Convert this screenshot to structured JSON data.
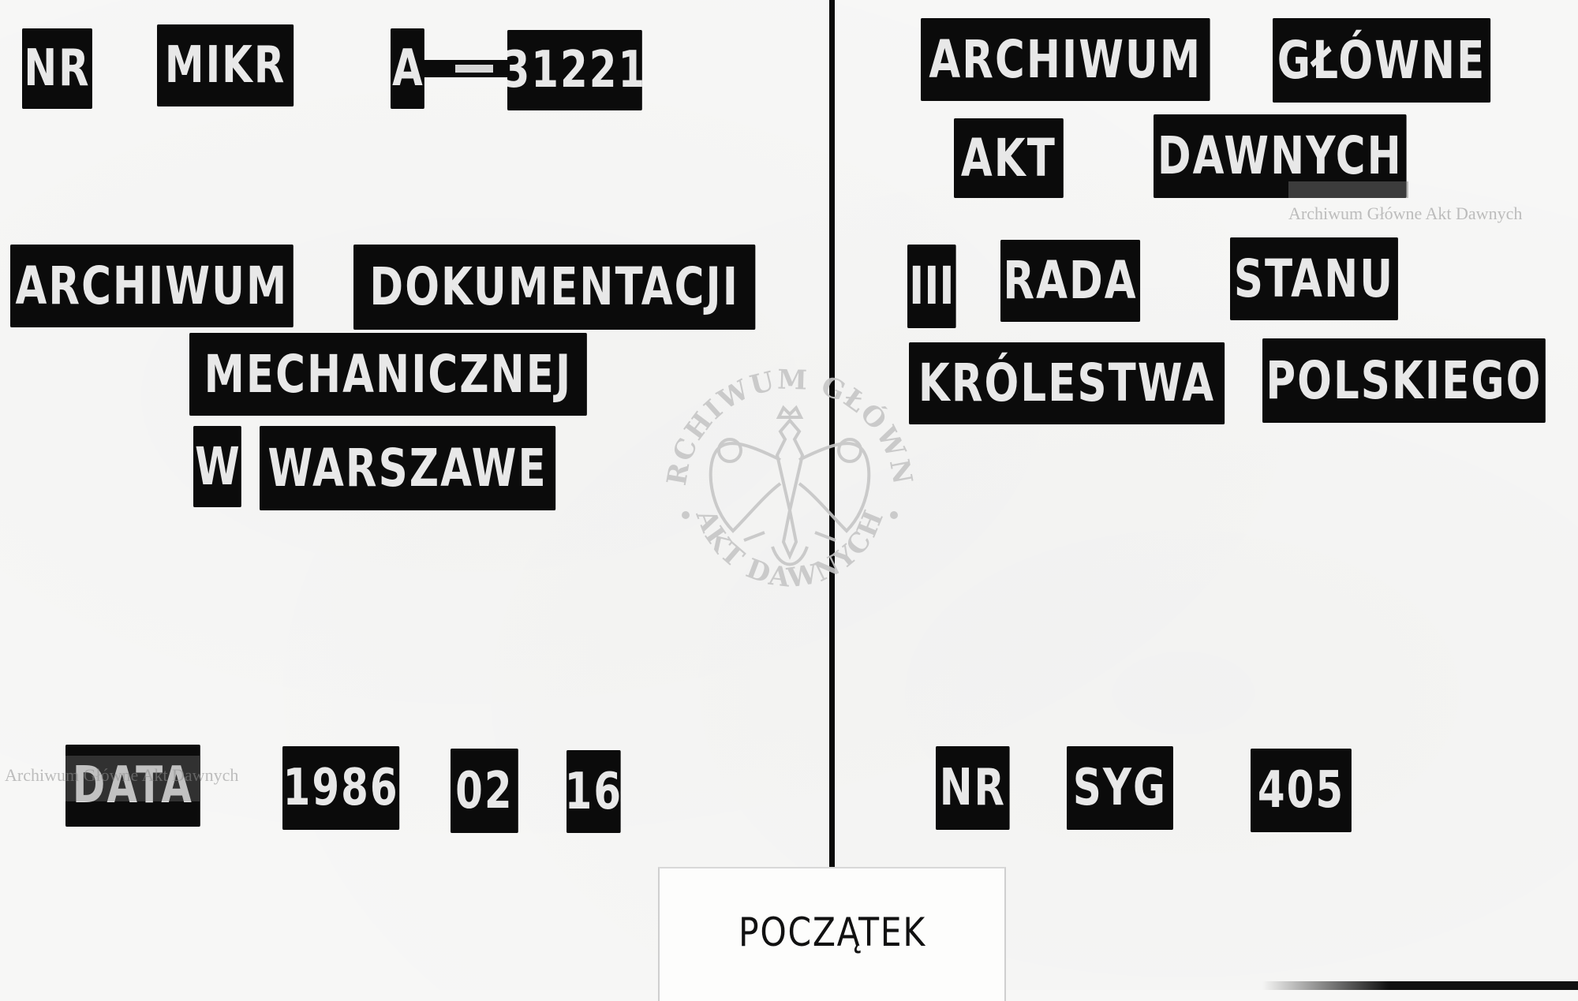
{
  "document": {
    "type": "microfilm-target-card",
    "left_panel": {
      "film_number": {
        "label_nr": "NR",
        "label_mikr": "MIKR",
        "series_letter": "A",
        "dash": "—",
        "number": "31221"
      },
      "institution": {
        "line1_word1": "ARCHIWUM",
        "line1_word2": "DOKUMENTACJI",
        "line2": "MECHANICZNEJ",
        "line3_word1": "W",
        "line3_word2": "WARSZAWE"
      },
      "date": {
        "label": "DATA",
        "year": "1986",
        "month": "02",
        "day": "16"
      }
    },
    "right_panel": {
      "archive_name": {
        "line1_word1": "ARCHIWUM",
        "line1_word2": "GŁÓWNE",
        "line2_word1": "AKT",
        "line2_word2": "DAWNYCH"
      },
      "fonds": {
        "line1_word1": "III",
        "line1_word2": "RADA",
        "line1_word3": "STANU",
        "line2_word1": "KRÓLESTWA",
        "line2_word2": "POLSKIEGO"
      },
      "signature": {
        "label_nr": "NR",
        "label_syg": "SYG",
        "number": "405"
      }
    },
    "bottom_card": {
      "text": "POCZĄTEK"
    },
    "watermarks": {
      "seal_text_top": "ARCHIWUM GŁÓWNE",
      "seal_text_bottom": "AKT DAWNYCH",
      "text_right": "Archiwum Główne Akt Dawnych",
      "text_left": "Archiwum Główne Akt Dawnych"
    },
    "colors": {
      "plate_background": "#0b0b0b",
      "plate_text": "#e8e8e8",
      "paper": "#f7f7f6",
      "watermark": "#bdbdbd"
    }
  }
}
